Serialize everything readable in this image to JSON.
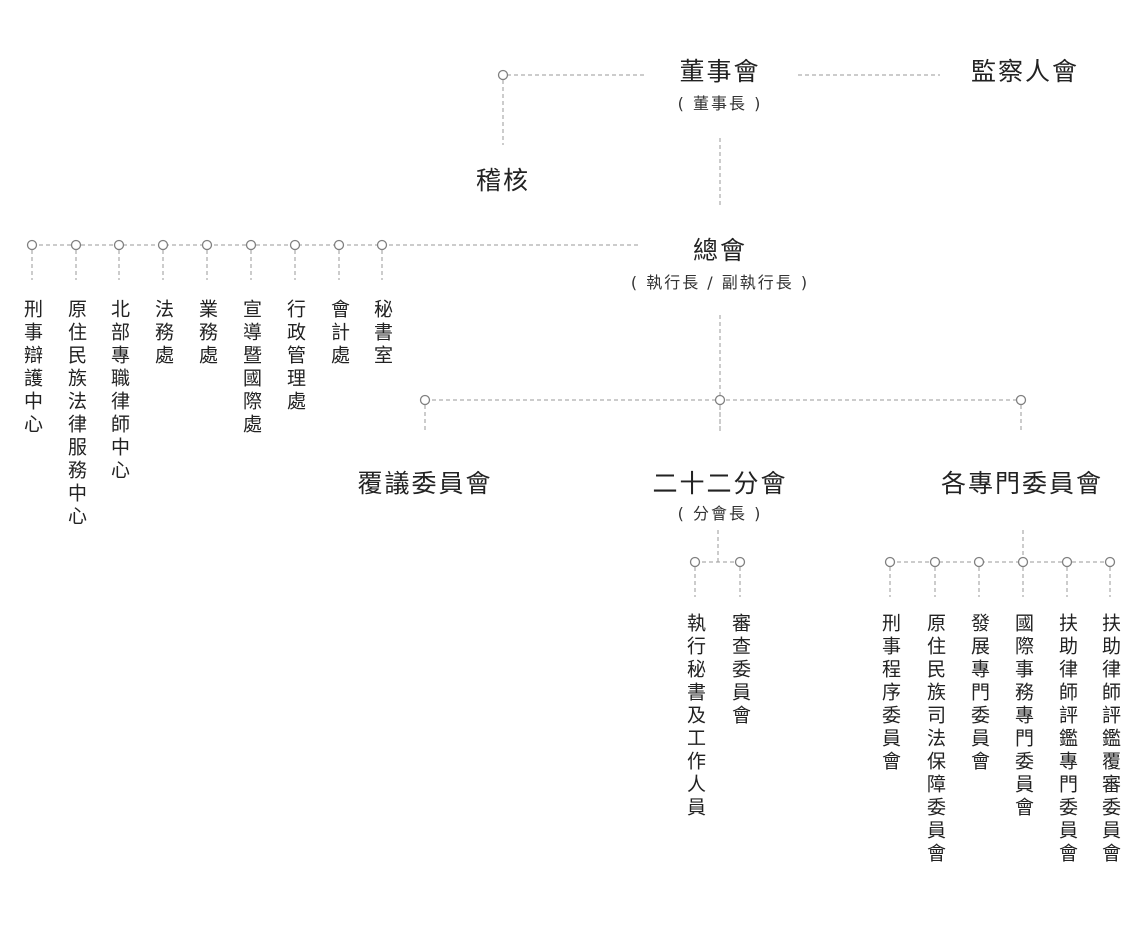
{
  "top": {
    "board": "董事會",
    "board_head": "( 董事長 )",
    "supervisors": "監察人會",
    "audit": "稽核"
  },
  "general": {
    "title": "總會",
    "head": "( 執行長 / 副執行長 )",
    "departments": [
      "刑事辯護中心",
      "原住民族法律服務中心",
      "北部專職律師中心",
      "法務處",
      "業務處",
      "宣導暨國際處",
      "行政管理處",
      "會計處",
      "秘書室"
    ]
  },
  "review_committee": "覆議委員會",
  "branches": {
    "title": "二十二分會",
    "head": "( 分會長 )",
    "units": [
      "執行秘書及工作人員",
      "審查委員會"
    ]
  },
  "committees": {
    "title": "各專門委員會",
    "units": [
      "刑事程序委員會",
      "原住民族司法保障委員會",
      "發展專門委員會",
      "國際事務專門委員會",
      "扶助律師評鑑專門委員會",
      "扶助律師評鑑覆審委員會"
    ]
  },
  "colors": {
    "line": "#9a9a9a",
    "text": "#222222"
  }
}
